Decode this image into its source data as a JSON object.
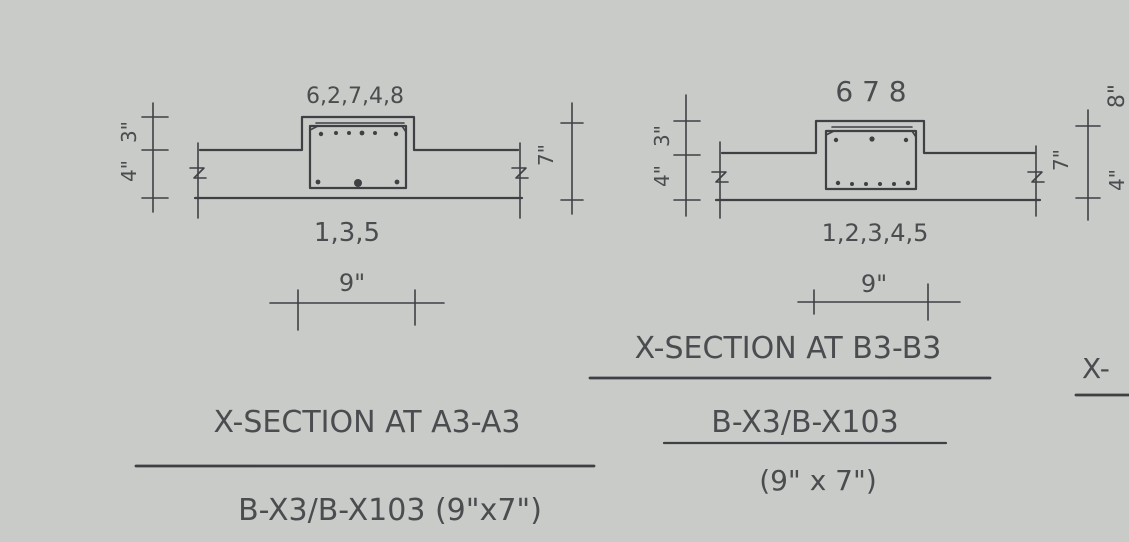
{
  "colors": {
    "paper": "#c9cbc8",
    "ink": "#3e4044"
  },
  "section_a": {
    "top_bars": "6,2,7,4,8",
    "bottom_bars": "1,3,5",
    "dim_top": "3\"",
    "dim_bottom": "4\"",
    "dim_right": "7\"",
    "width_label": "9\"",
    "title": "X-SECTION AT A3-A3",
    "subtitle": "B-X3/B-X103 (9\"x7\")"
  },
  "section_b": {
    "top_bars": "6 7 8",
    "bottom_bars": "1,2,3,4,5",
    "dim_top": "3\"",
    "dim_bottom": "4\"",
    "dim_right": "7\"",
    "width_label": "9\"",
    "title": "X-SECTION AT B3-B3",
    "subtitle_1": "B-X3/B-X103",
    "subtitle_2": "(9\" x 7\")"
  },
  "section_c": {
    "dim_top": "8\"",
    "dim_bottom": "4\"",
    "title_fragment": "X-"
  }
}
